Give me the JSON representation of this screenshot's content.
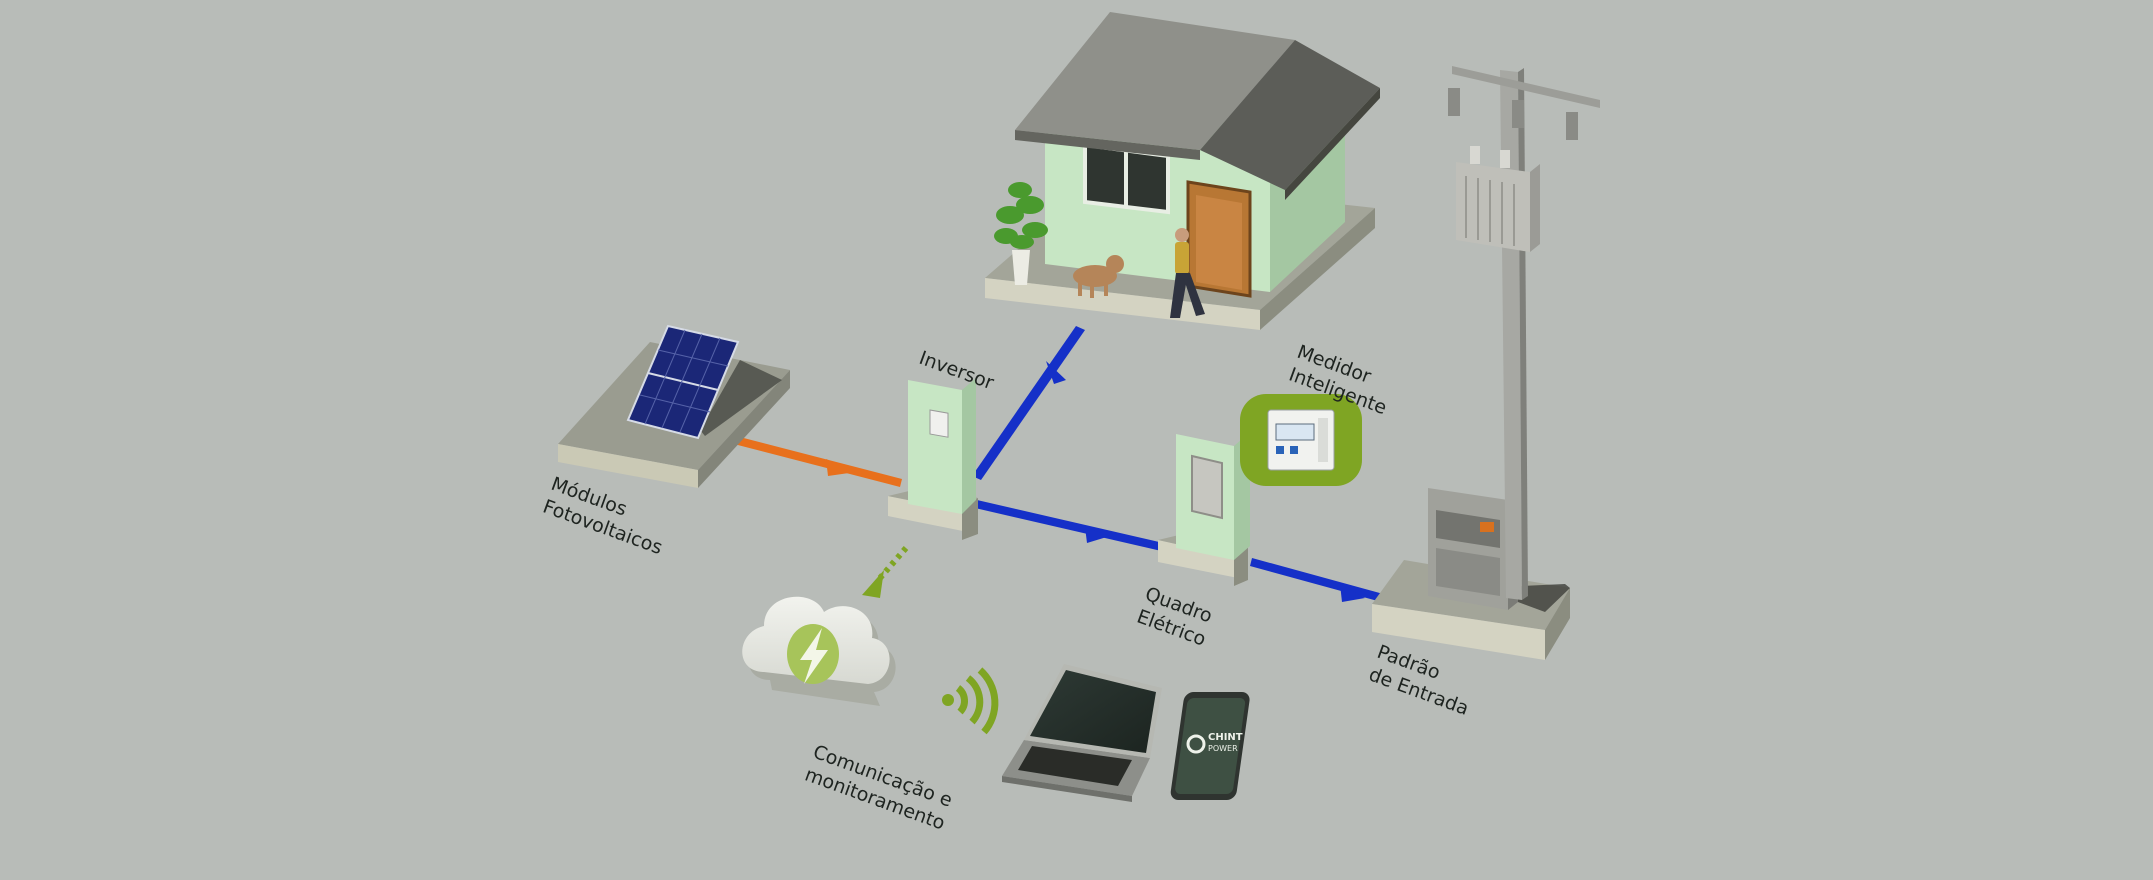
{
  "labels": {
    "modules": [
      "Módulos",
      "Fotovoltaicos"
    ],
    "inverter": "Inversor",
    "meter": [
      "Medidor",
      "Inteligente"
    ],
    "panel": [
      "Quadro",
      "Elétrico"
    ],
    "entry": [
      "Padrão",
      "de Entrada"
    ],
    "comm": [
      "Comunicação e",
      "monitoramento"
    ]
  },
  "phone_brand": [
    "CHINT",
    "POWER"
  ],
  "colors": {
    "background": "#b8bcb8",
    "dc_line": "#e8701c",
    "ac_line": "#1530c8",
    "data_accent": "#7fa523",
    "house_wall": "#c7e6c4",
    "roof": "#6f706b"
  }
}
